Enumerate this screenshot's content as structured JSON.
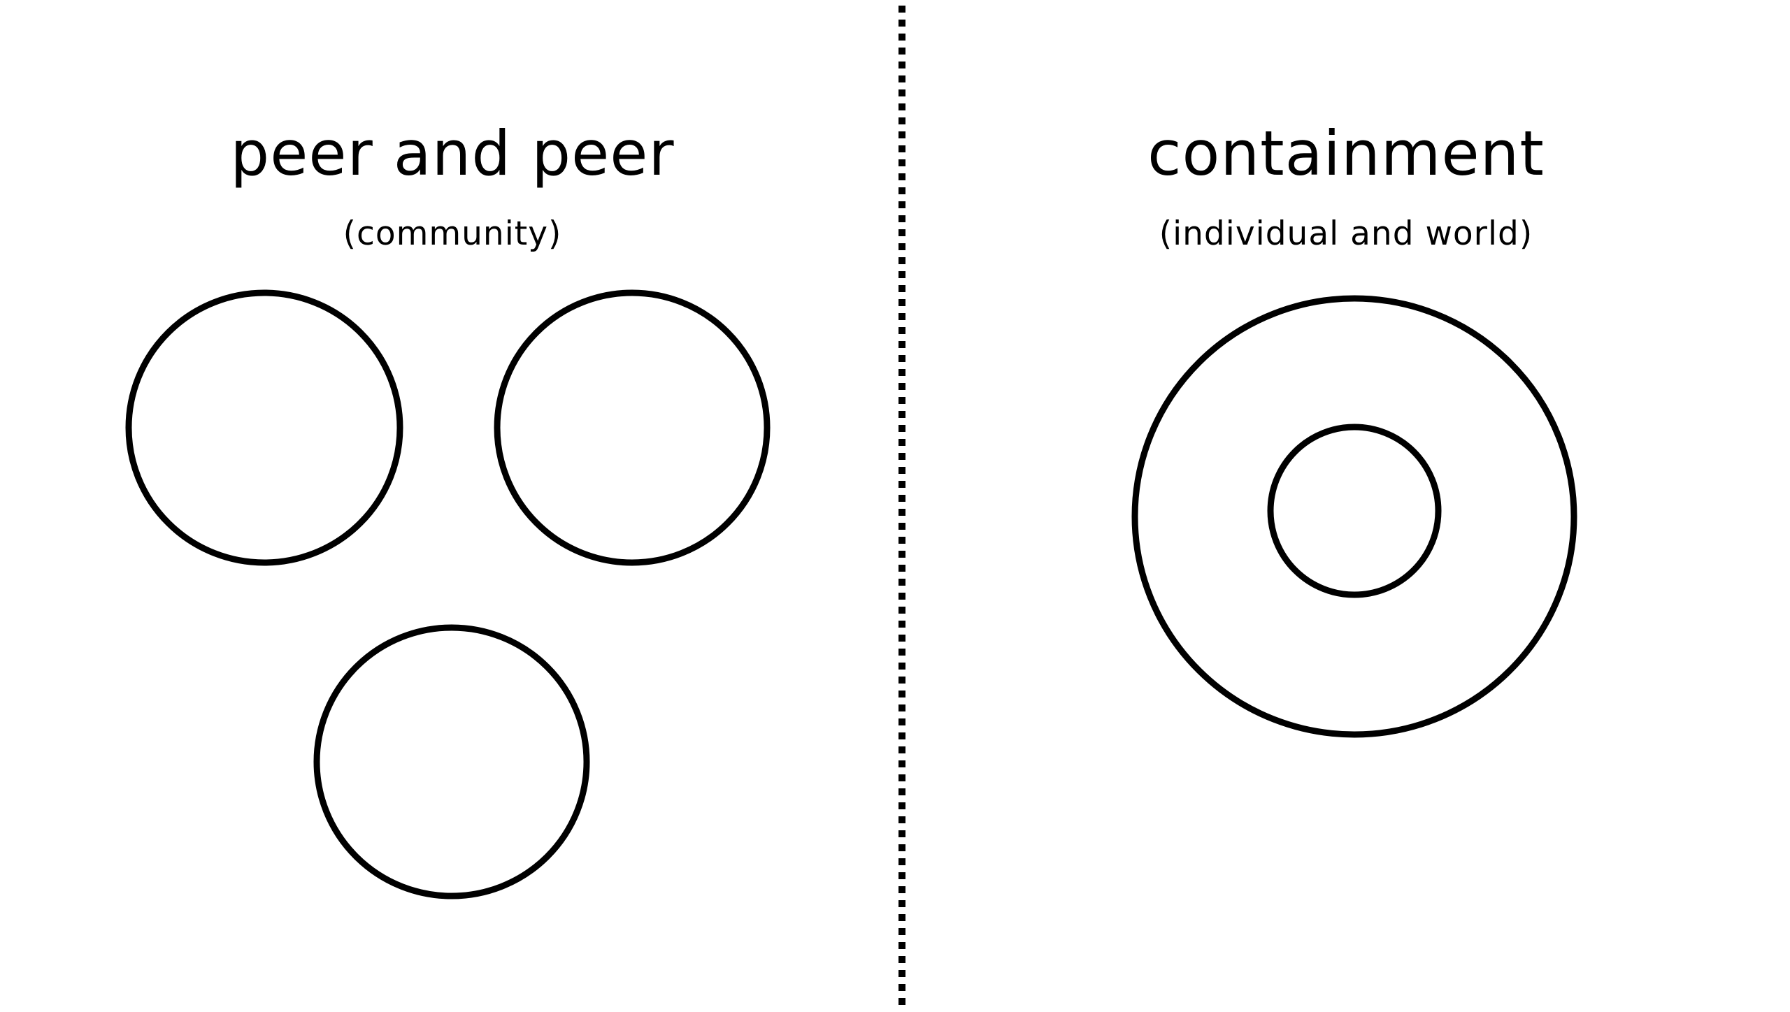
{
  "left_panel": {
    "title": "peer and peer",
    "subtitle": "(community)"
  },
  "right_panel": {
    "title": "containment",
    "subtitle": "(individual and world)"
  },
  "colors": {
    "background": "#ffffff",
    "stroke": "#000000"
  }
}
